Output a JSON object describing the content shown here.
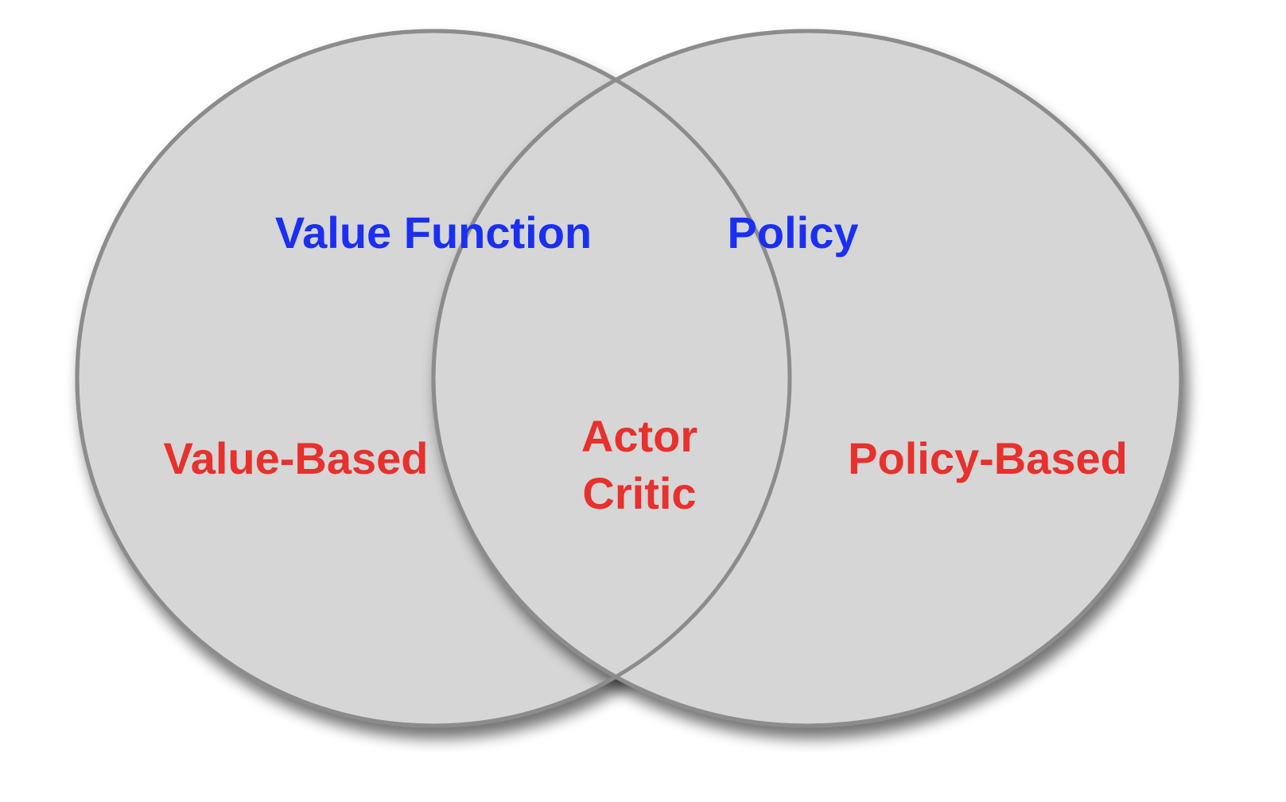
{
  "diagram": {
    "circles": {
      "left": {
        "fill": "#d6d6d6",
        "stroke": "#8c8c8c"
      },
      "right": {
        "fill": "#d6d6d6",
        "stroke": "#8c8c8c"
      }
    },
    "labels": {
      "value_function": "Value Function",
      "policy": "Policy",
      "value_based": "Value-Based",
      "actor": "Actor",
      "critic": "Critic",
      "policy_based": "Policy-Based"
    },
    "colors": {
      "concept_text": "#1a2ff2",
      "method_text": "#e8302c"
    }
  }
}
